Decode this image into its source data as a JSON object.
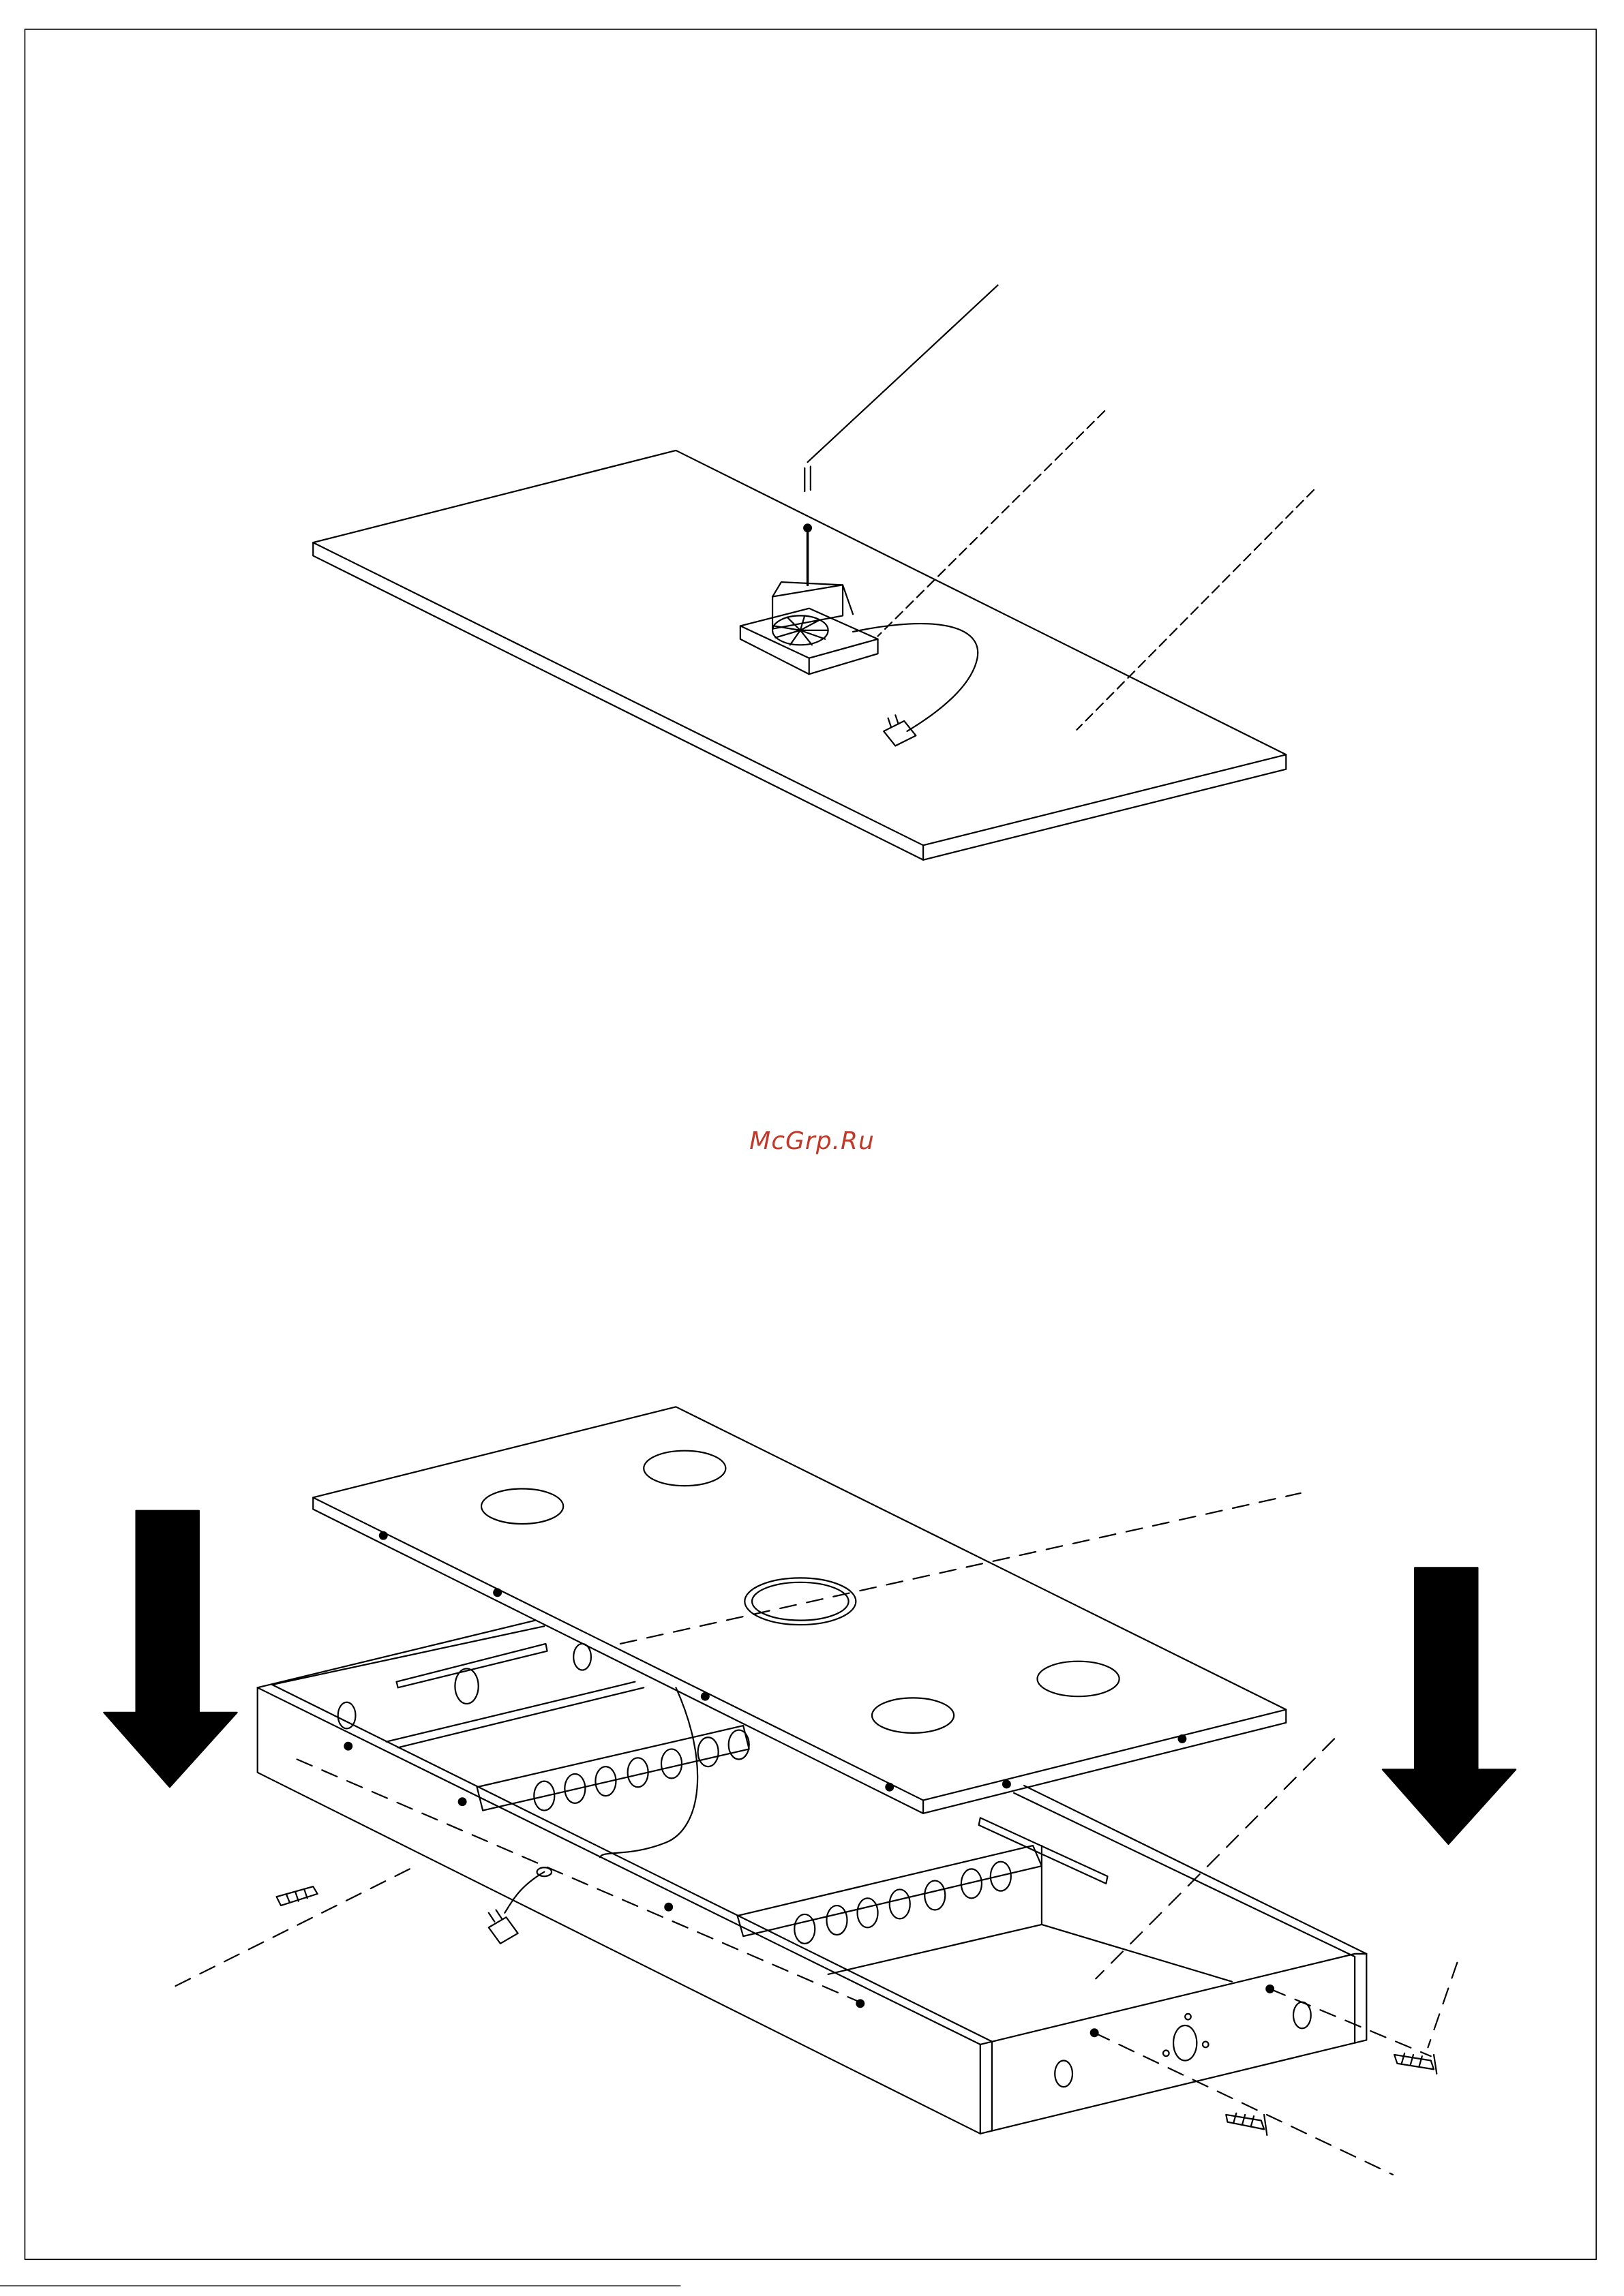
{
  "watermark": {
    "text": "McGrp.Ru"
  },
  "colors": {
    "line": "#000000",
    "background": "#ffffff",
    "watermark": "#c0392b"
  },
  "figures": [
    {
      "name": "top-panel-with-fan-unit",
      "icons": [
        "fan-icon",
        "screw-icon",
        "plug-icon"
      ]
    },
    {
      "name": "cabinet-frame-assembly",
      "icons": [
        "arrow-down-icon",
        "screw-icon",
        "plug-icon"
      ]
    }
  ]
}
